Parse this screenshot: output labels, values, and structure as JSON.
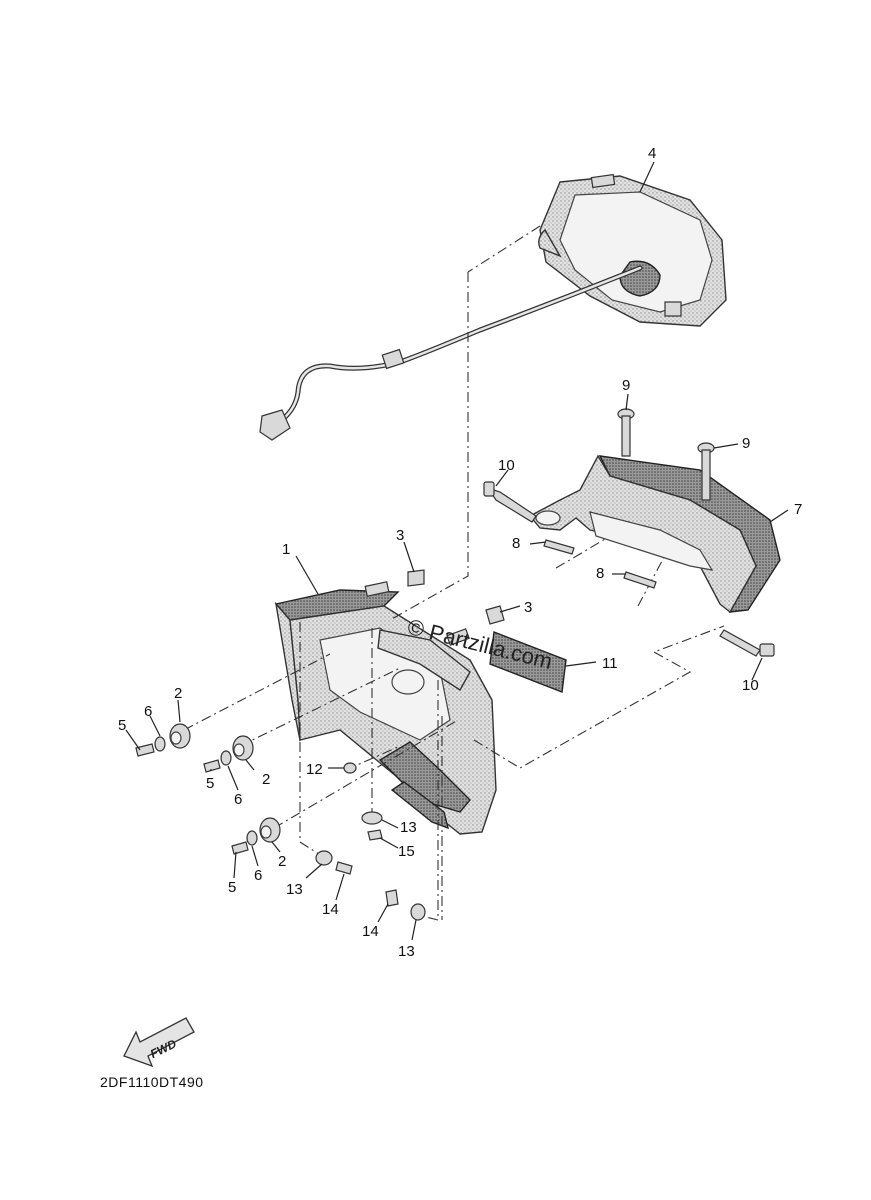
{
  "watermark": "© Partzilla.com",
  "diagram_code": "2DF1110DT490",
  "direction_label": "FWD",
  "callouts": [
    {
      "id": "c1",
      "label": "1"
    },
    {
      "id": "c2a",
      "label": "2"
    },
    {
      "id": "c2b",
      "label": "2"
    },
    {
      "id": "c2c",
      "label": "2"
    },
    {
      "id": "c3a",
      "label": "3"
    },
    {
      "id": "c3b",
      "label": "3"
    },
    {
      "id": "c4",
      "label": "4"
    },
    {
      "id": "c5a",
      "label": "5"
    },
    {
      "id": "c5b",
      "label": "5"
    },
    {
      "id": "c5c",
      "label": "5"
    },
    {
      "id": "c6a",
      "label": "6"
    },
    {
      "id": "c6b",
      "label": "6"
    },
    {
      "id": "c6c",
      "label": "6"
    },
    {
      "id": "c7",
      "label": "7"
    },
    {
      "id": "c8a",
      "label": "8"
    },
    {
      "id": "c8b",
      "label": "8"
    },
    {
      "id": "c9a",
      "label": "9"
    },
    {
      "id": "c9b",
      "label": "9"
    },
    {
      "id": "c10a",
      "label": "10"
    },
    {
      "id": "c10b",
      "label": "10"
    },
    {
      "id": "c11",
      "label": "11"
    },
    {
      "id": "c12",
      "label": "12"
    },
    {
      "id": "c13a",
      "label": "13"
    },
    {
      "id": "c13b",
      "label": "13"
    },
    {
      "id": "c13c",
      "label": "13"
    },
    {
      "id": "c14a",
      "label": "14"
    },
    {
      "id": "c14b",
      "label": "14"
    },
    {
      "id": "c15",
      "label": "15"
    }
  ]
}
